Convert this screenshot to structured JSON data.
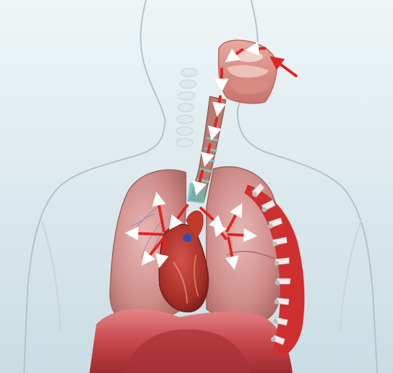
{
  "figure": {
    "subject": "respiratory-system-airflow",
    "colors": {
      "background_top": "#e8f1f4",
      "background_bottom": "#cfe0e6",
      "body_outline": "#b9c6cb",
      "lung": "#d89a98",
      "lung_dark": "#b8706e",
      "heart": "#b5352c",
      "diaphragm": "#c94b4d",
      "rib_band": "#cf2f2f",
      "rib_white": "#f4eeee",
      "arrow": "#e32222",
      "trachea": "#b3746a",
      "cartilage": "#7fc4c2"
    },
    "arrows": {
      "label": "airflow-direction-arrows",
      "count": 22
    }
  }
}
